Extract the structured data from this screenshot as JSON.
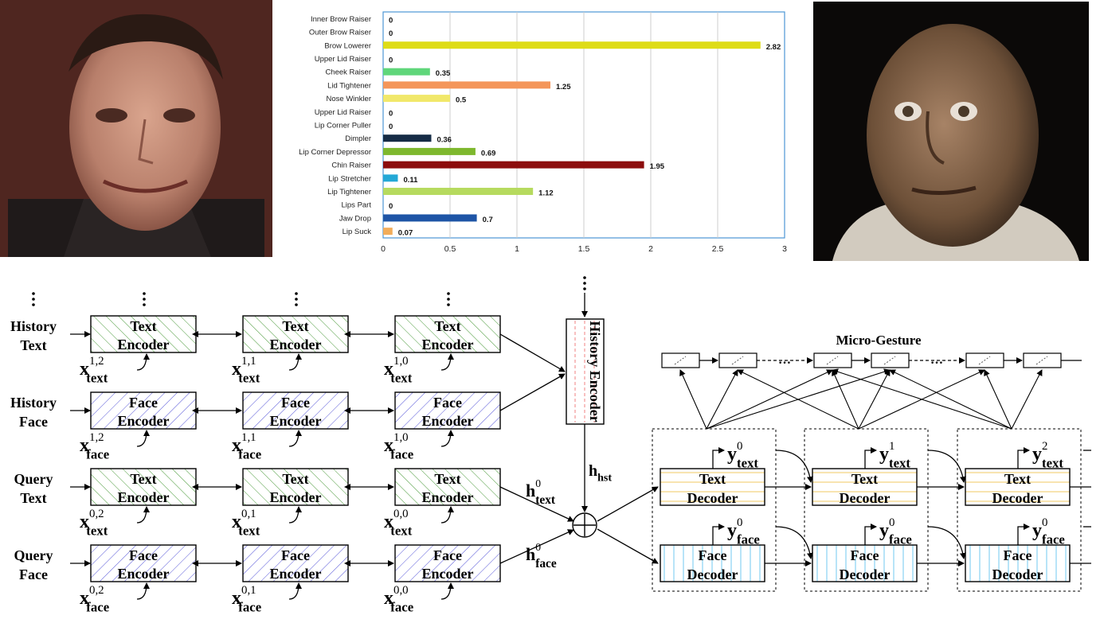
{
  "photos": {
    "left_alt": "",
    "right_alt": ""
  },
  "chart_data": {
    "type": "bar",
    "orientation": "horizontal",
    "categories": [
      "Inner Brow Raiser",
      "Outer Brow Raiser",
      "Brow Lowerer",
      "Upper Lid Raiser",
      "Cheek Raiser",
      "Lid Tightener",
      "Nose Winkler",
      "Upper Lid Raiser",
      "Lip Corner Puller",
      "Dimpler",
      "Lip Corner Depressor",
      "Chin Raiser",
      "Lip Stretcher",
      "Lip Tightener",
      "Lips Part",
      "Jaw Drop",
      "Lip Suck"
    ],
    "value_labels": [
      "0",
      "0",
      "2.82",
      "0",
      "0.35",
      "1.25",
      "0.5",
      "0",
      "0",
      "0.36",
      "0.69",
      "1.95",
      "0.11",
      "1.12",
      "0",
      "0.7",
      "0.07"
    ],
    "values": [
      0,
      0,
      2.82,
      0,
      0.35,
      1.25,
      0.5,
      0,
      0,
      0.36,
      0.69,
      1.95,
      0.11,
      1.12,
      0,
      0.7,
      0.07
    ],
    "colors": [
      "#cccccc",
      "#cccccc",
      "#dedc16",
      "#cccccc",
      "#5fd67a",
      "#f4965a",
      "#f1e86a",
      "#cccccc",
      "#cccccc",
      "#152b45",
      "#7eb82e",
      "#8c0d0d",
      "#23a8d6",
      "#b6da5e",
      "#cccccc",
      "#1e55a6",
      "#f2ad5a"
    ],
    "xticks": [
      "0",
      "0.5",
      "1",
      "1.5",
      "2",
      "2.5",
      "3"
    ],
    "xlim": [
      0,
      3
    ],
    "grid": true,
    "xlabel": "",
    "title": ""
  },
  "diagram": {
    "rows": [
      {
        "label": [
          "History",
          "Text"
        ],
        "enc": [
          "Text",
          "Encoder"
        ],
        "kind": "text",
        "x": [
          "1,2",
          "1,1",
          "1,0"
        ],
        "sub": "text"
      },
      {
        "label": [
          "History",
          "Face"
        ],
        "enc": [
          "Face",
          "Encoder"
        ],
        "kind": "face",
        "x": [
          "1,2",
          "1,1",
          "1,0"
        ],
        "sub": "face"
      },
      {
        "label": [
          "Query",
          "Text"
        ],
        "enc": [
          "Text",
          "Encoder"
        ],
        "kind": "text",
        "x": [
          "0,2",
          "0,1",
          "0,0"
        ],
        "sub": "text"
      },
      {
        "label": [
          "Query",
          "Face"
        ],
        "enc": [
          "Face",
          "Encoder"
        ],
        "kind": "face",
        "x": [
          "0,2",
          "0,1",
          "0,0"
        ],
        "sub": "face"
      }
    ],
    "x_symbol": "x",
    "history_encoder": "History Encoder",
    "h_hst": {
      "base": "h",
      "sub": "hst"
    },
    "h_text": {
      "base": "h",
      "sup": "0",
      "sub": "text"
    },
    "h_face": {
      "base": "h",
      "sup": "0",
      "sub": "face"
    },
    "micro_gesture_title": "Micro-Gesture",
    "ellipsis": "…",
    "text_decoder": [
      "Text",
      "Decoder"
    ],
    "face_decoder": [
      "Face",
      "Decoder"
    ],
    "y_symbol": "y",
    "y_text_sups": [
      "0",
      "1",
      "2"
    ],
    "y_face_sups": [
      "0",
      "0",
      "0"
    ],
    "y_text_sub": "text",
    "y_face_sub": "face"
  },
  "colors": {
    "text_hatch": "#4a9a3a",
    "face_hatch": "#5656d8",
    "text_decoder_line": "#f0c860",
    "face_decoder_line": "#70c8f0",
    "history_encoder_line": "#f08080",
    "chart_border": "#4c97d6"
  }
}
